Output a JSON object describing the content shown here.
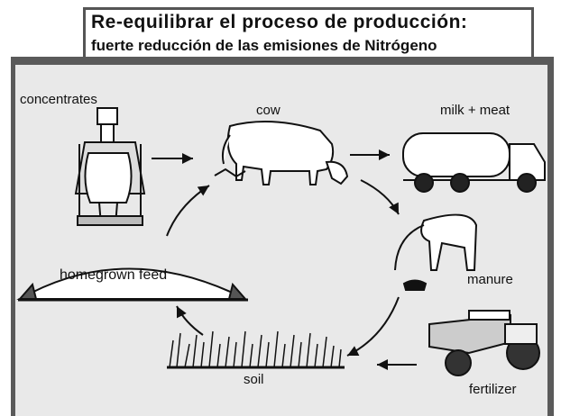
{
  "title": {
    "line1": "Re-equilibrar el proceso de producción:",
    "line2": "fuerte reducción de las emisiones de Nitrógeno"
  },
  "diagram": {
    "concentrates_label": "concentrates",
    "cow_label": "cow",
    "milk_meat_label": "milk + meat",
    "manure_label": "manure",
    "fertilizer_label": "fertilizer",
    "soil_label": "soil",
    "homegrown_feed_label": "homegrown feed"
  }
}
